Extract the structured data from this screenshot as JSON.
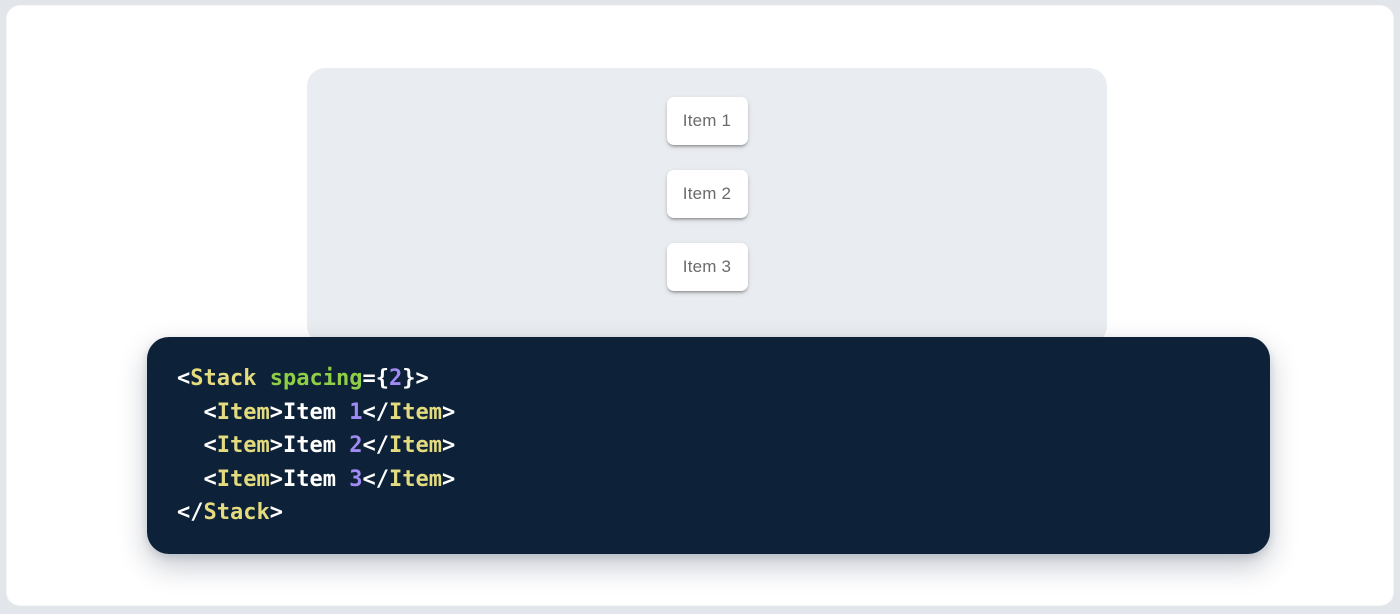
{
  "colors": {
    "page_bg": "#e2e5e9",
    "card_bg": "#ffffff",
    "demo_bg": "#e9ecf0",
    "item_bg": "#ffffff",
    "item_text": "#6b6b6b",
    "code_bg": "#0d2238",
    "tok_punct": "#ffffff",
    "tok_plain": "#ffffff",
    "tok_tag": "#e3db7d",
    "tok_attr": "#8fce45",
    "tok_number": "#a18af3"
  },
  "demo": {
    "items": [
      {
        "label": "Item 1"
      },
      {
        "label": "Item 2"
      },
      {
        "label": "Item 3"
      }
    ]
  },
  "code": {
    "language": "jsx",
    "lines": [
      {
        "tokens": [
          {
            "t": "<",
            "c": "punct"
          },
          {
            "t": "Stack",
            "c": "tag"
          },
          {
            "t": " ",
            "c": "plain"
          },
          {
            "t": "spacing",
            "c": "attr"
          },
          {
            "t": "=",
            "c": "punct"
          },
          {
            "t": "{",
            "c": "punct"
          },
          {
            "t": "2",
            "c": "number"
          },
          {
            "t": "}",
            "c": "punct"
          },
          {
            "t": ">",
            "c": "punct"
          }
        ]
      },
      {
        "tokens": [
          {
            "t": "  ",
            "c": "plain"
          },
          {
            "t": "<",
            "c": "punct"
          },
          {
            "t": "Item",
            "c": "tag"
          },
          {
            "t": ">",
            "c": "punct"
          },
          {
            "t": "Item ",
            "c": "plain"
          },
          {
            "t": "1",
            "c": "number"
          },
          {
            "t": "</",
            "c": "punct"
          },
          {
            "t": "Item",
            "c": "tag"
          },
          {
            "t": ">",
            "c": "punct"
          }
        ]
      },
      {
        "tokens": [
          {
            "t": "  ",
            "c": "plain"
          },
          {
            "t": "<",
            "c": "punct"
          },
          {
            "t": "Item",
            "c": "tag"
          },
          {
            "t": ">",
            "c": "punct"
          },
          {
            "t": "Item ",
            "c": "plain"
          },
          {
            "t": "2",
            "c": "number"
          },
          {
            "t": "</",
            "c": "punct"
          },
          {
            "t": "Item",
            "c": "tag"
          },
          {
            "t": ">",
            "c": "punct"
          }
        ]
      },
      {
        "tokens": [
          {
            "t": "  ",
            "c": "plain"
          },
          {
            "t": "<",
            "c": "punct"
          },
          {
            "t": "Item",
            "c": "tag"
          },
          {
            "t": ">",
            "c": "punct"
          },
          {
            "t": "Item ",
            "c": "plain"
          },
          {
            "t": "3",
            "c": "number"
          },
          {
            "t": "</",
            "c": "punct"
          },
          {
            "t": "Item",
            "c": "tag"
          },
          {
            "t": ">",
            "c": "punct"
          }
        ]
      },
      {
        "tokens": [
          {
            "t": "</",
            "c": "punct"
          },
          {
            "t": "Stack",
            "c": "tag"
          },
          {
            "t": ">",
            "c": "punct"
          }
        ]
      }
    ]
  }
}
